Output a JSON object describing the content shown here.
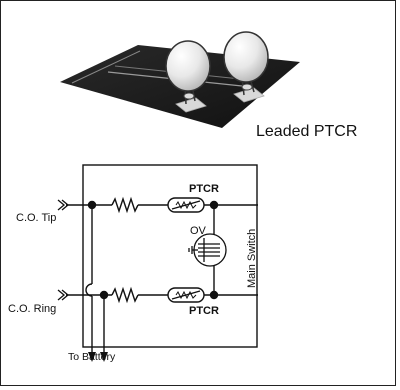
{
  "title": "Leaded PTCR",
  "labels": {
    "ptcr_top": "PTCR",
    "ptcr_bottom": "PTCR",
    "co_tip": "C.O. Tip",
    "co_ring": "C.O. Ring",
    "ov": "OV",
    "main_switch": "Main Switch",
    "to_battery": "To Battery"
  }
}
